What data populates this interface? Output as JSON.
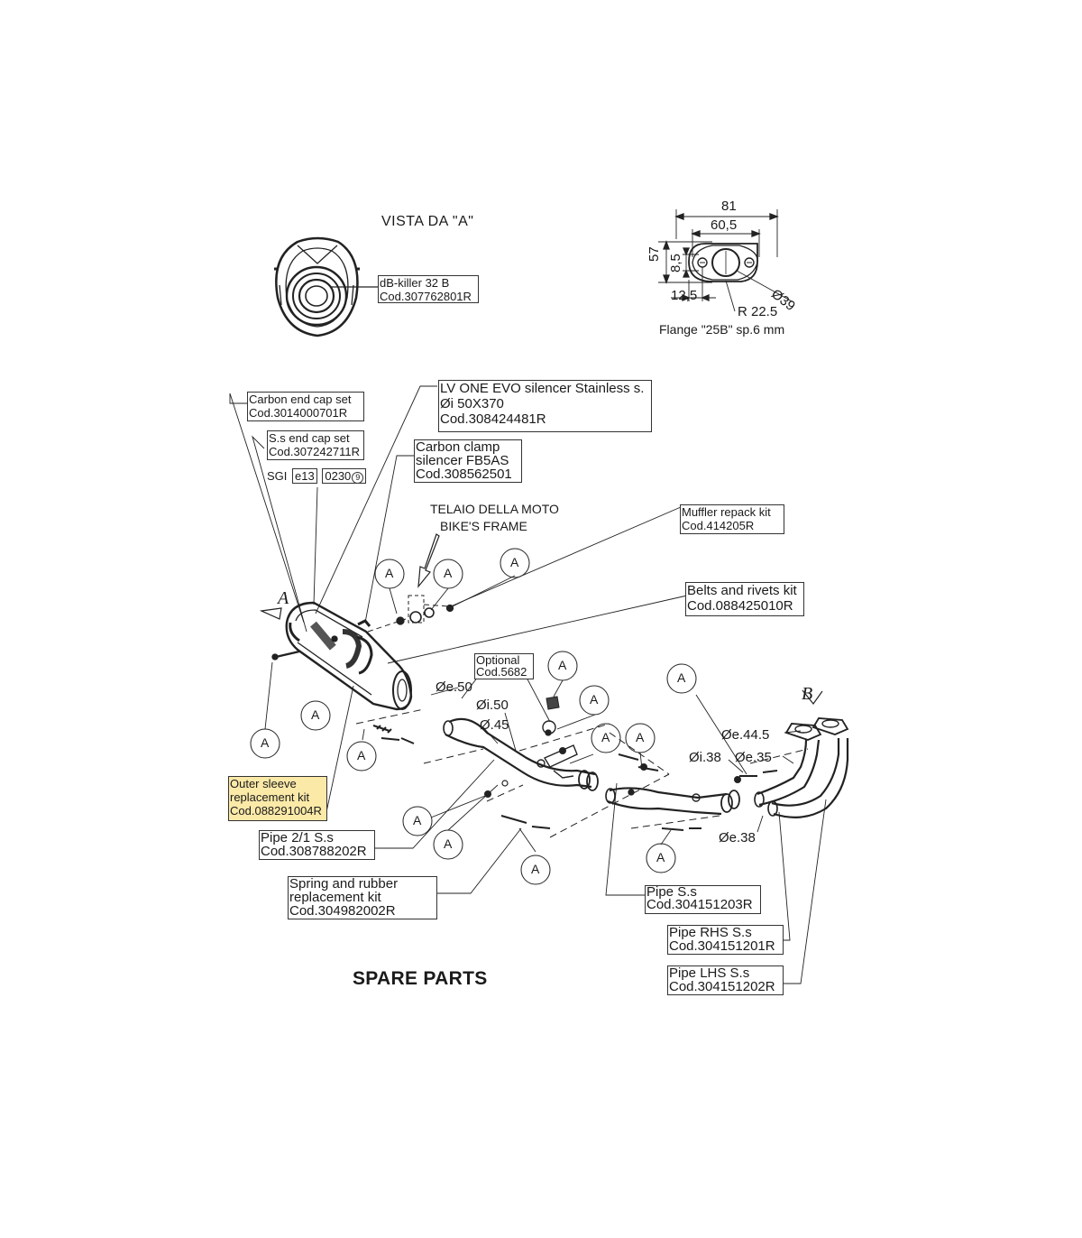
{
  "view_a": {
    "title": "VISTA DA \"A\"",
    "dbkiller": {
      "line1": "dB-killer 32 B",
      "line2": "Cod.307762801R"
    }
  },
  "flange": {
    "dim_81": "81",
    "dim_60_5": "60,5",
    "dim_57": "57",
    "dim_8_5": "8,5",
    "dim_12_5": "12,5",
    "dim_r22_5": "R 22.5",
    "dim_d39": "Ø39",
    "caption": "Flange \"25B\" sp.6 mm"
  },
  "parts": {
    "carbon_end_cap": {
      "line1": "Carbon end cap set",
      "line2": "Cod.3014000701R"
    },
    "ss_end_cap": {
      "line1": "S.s end cap set",
      "line2": "Cod.307242711R"
    },
    "homologation": {
      "sgi": "SGI",
      "e13": "e13",
      "code": "0230",
      "circled": "9"
    },
    "silencer": {
      "line1": "LV ONE EVO silencer Stainless s.",
      "line2": " Øi 50X370",
      "line3": "Cod.308424481R"
    },
    "carbon_clamp": {
      "line1": "Carbon clamp",
      "line2": "silencer FB5AS",
      "line3": "Cod.308562501"
    },
    "frame": {
      "line1": "TELAIO DELLA MOTO",
      "line2": "BIKE'S FRAME"
    },
    "repack": {
      "line1": "Muffler repack kit",
      "line2": "Cod.414205R"
    },
    "belts": {
      "line1": "Belts and rivets kit",
      "line2": "Cod.088425010R"
    },
    "optional": {
      "line1": "Optional",
      "line2": "Cod.5682"
    },
    "outer_sleeve": {
      "line1": "Outer sleeve",
      "line2": "replacement kit",
      "line3": "Cod.088291004R"
    },
    "pipe_2_1": {
      "line1": "Pipe 2/1 S.s",
      "line2": "Cod.308788202R"
    },
    "spring_kit": {
      "line1": "Spring and rubber",
      "line2": "replacement kit",
      "line3": "Cod.304982002R"
    },
    "pipe_ss": {
      "line1": "Pipe S.s",
      "line2": "Cod.304151203R"
    },
    "pipe_rhs": {
      "line1": "Pipe RHS S.s",
      "line2": "Cod.304151201R"
    },
    "pipe_lhs": {
      "line1": "Pipe LHS S.s",
      "line2": "Cod.304151202R"
    }
  },
  "dims": {
    "e50": "Øe.50",
    "i50": "Øi.50",
    "d45": "Ø.45",
    "e44_5": "Øe.44.5",
    "i38": "Øi.38",
    "e35": "Øe.35",
    "e38": "Øe.38"
  },
  "markers": {
    "a": "A",
    "view_a_arrow": "A",
    "view_b_arrow": "B"
  },
  "footer": {
    "title": "SPARE PARTS"
  },
  "highlight_color": "#fbe9a8"
}
